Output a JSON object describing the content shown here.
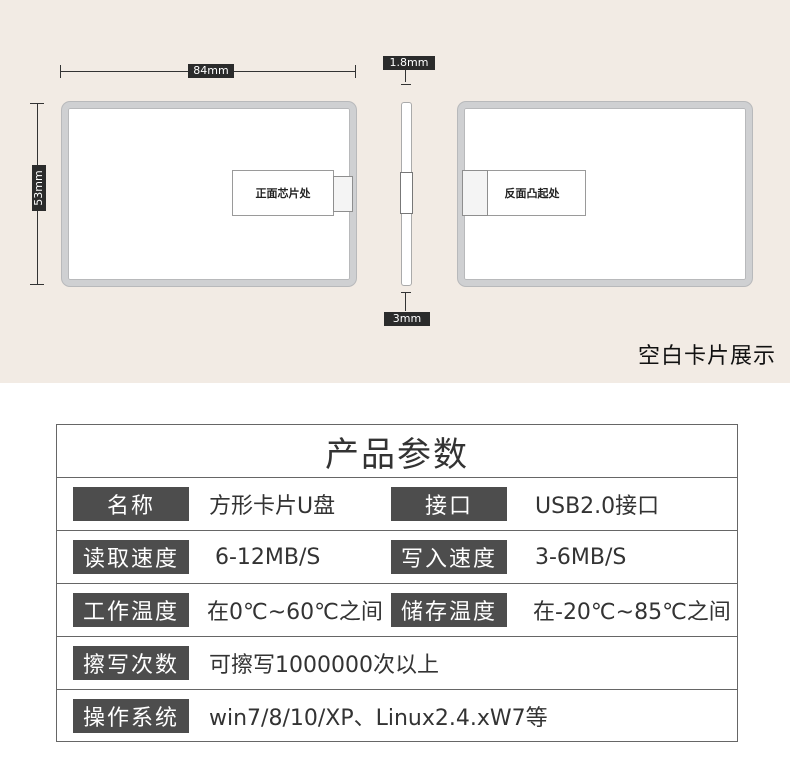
{
  "diagram": {
    "dim_width": "84mm",
    "dim_height": "53mm",
    "dim_thickness_top": "1.8mm",
    "dim_thickness_bottom": "3mm",
    "front_label": "正面芯片处",
    "back_label": "反面凸起处",
    "caption": "空白卡片展示"
  },
  "table": {
    "title": "产品参数",
    "rows": [
      {
        "label1": "名称",
        "value1": "方形卡片U盘",
        "label2": "接口",
        "value2": "USB2.0接口"
      },
      {
        "label1": "读取速度",
        "value1": "6-12MB/S",
        "label2": "写入速度",
        "value2": "3-6MB/S"
      },
      {
        "label1": "工作温度",
        "value1": "在0℃~60℃之间",
        "label2": "储存温度",
        "value2": "在-20℃~85℃之间"
      },
      {
        "label1": "擦写次数",
        "value1": "可擦写1000000次以上"
      },
      {
        "label1": "操作系统",
        "value1": "win7/8/10/XP、Linux2.4.xW7等"
      }
    ]
  },
  "colors": {
    "background_top": "#f2ebe4",
    "label_bg": "#4d4d4d",
    "border": "#666666"
  }
}
